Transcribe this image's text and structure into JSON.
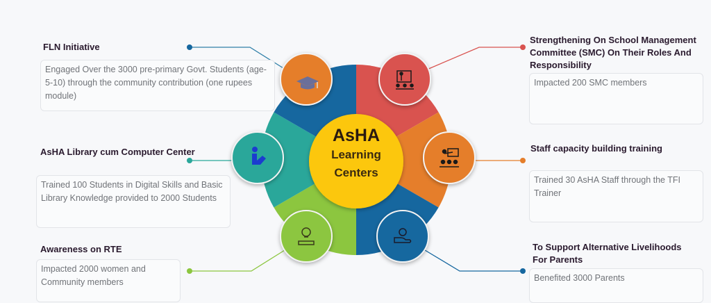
{
  "center": {
    "line1": "AsHA",
    "line2": "Learning",
    "line3": "Centers"
  },
  "colors": {
    "yellow": "#fcc70a",
    "red": "#d9534f",
    "orange": "#e57e2b",
    "blue": "#16679f",
    "green": "#8cc63f",
    "teal": "#2aa79a"
  },
  "items": [
    {
      "title": "FLN Initiative",
      "text": "Engaged Over the 3000 pre-primary Govt. Students (age-5-10)  through the community contribution (one rupees module)",
      "icon": "graduation-cap-icon"
    },
    {
      "title": "AsHA Library cum Computer Center",
      "text": "Trained 100 Students in Digital Skills and Basic Library Knowledge provided to 2000 Students",
      "icon": "reader-icon"
    },
    {
      "title": "Awareness on RTE",
      "text": "Impacted 2000 women and Community members",
      "icon": "lightbulb-icon"
    },
    {
      "title": "Strengthening On School Management Committee (SMC) On Their Roles And Responsibility",
      "text": "Impacted 200 SMC members",
      "icon": "presentation-icon"
    },
    {
      "title": "Staff capacity building training",
      "text": "Trained  30  AsHA  Staff  through the TFI Trainer",
      "icon": "trainer-icon"
    },
    {
      "title": "To Support Alternative Livelihoods For Parents",
      "text": "Benefited 3000 Parents",
      "icon": "money-hand-icon"
    }
  ]
}
